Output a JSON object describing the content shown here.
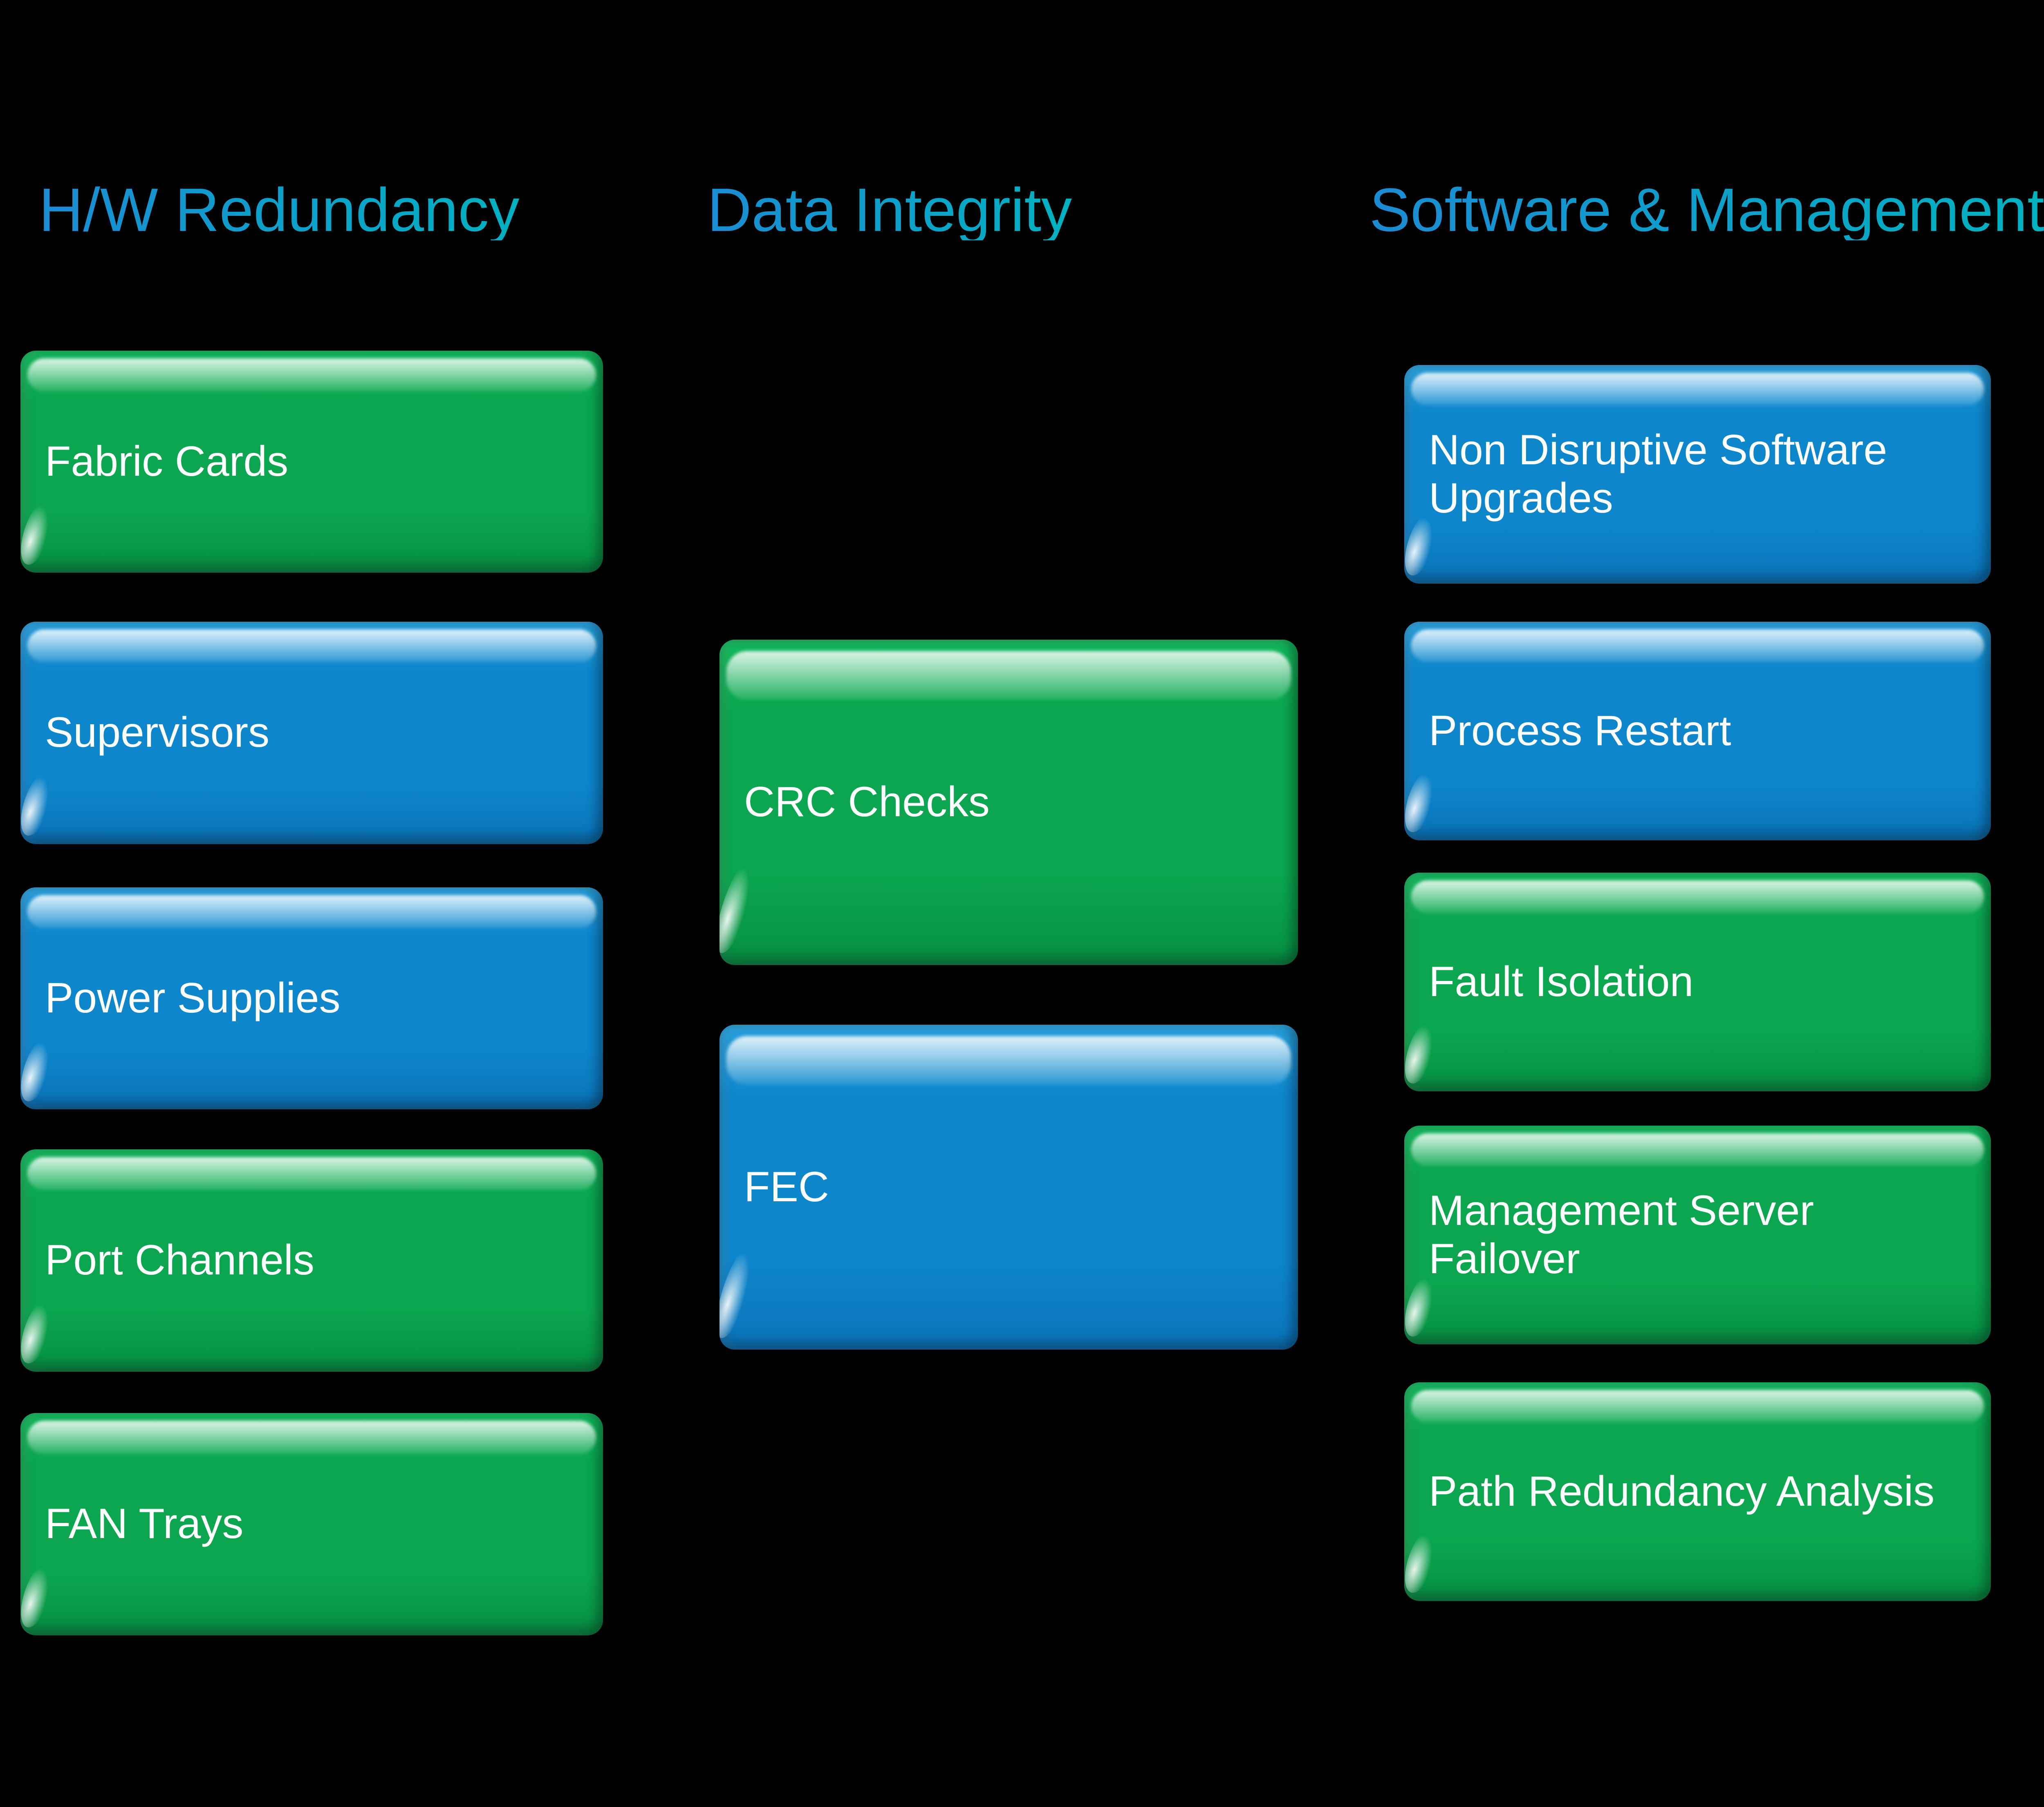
{
  "colors": {
    "background": "#000000",
    "heading_gradient_start": "#1B8CD3",
    "heading_gradient_end": "#00B2C1",
    "green_box": "#0BA64F",
    "blue_box": "#0E86CB",
    "box_text": "#FFFFFF"
  },
  "columns": [
    {
      "heading": "H/W Redundancy",
      "items": [
        {
          "label": "Fabric Cards",
          "color": "green"
        },
        {
          "label": "Supervisors",
          "color": "blue"
        },
        {
          "label": "Power Supplies",
          "color": "blue"
        },
        {
          "label": "Port Channels",
          "color": "green"
        },
        {
          "label": "FAN Trays",
          "color": "green"
        }
      ]
    },
    {
      "heading": "Data Integrity",
      "items": [
        {
          "label": "CRC Checks",
          "color": "green"
        },
        {
          "label": "FEC",
          "color": "blue"
        }
      ]
    },
    {
      "heading": "Software & Management",
      "items": [
        {
          "label": "Non Disruptive Software\nUpgrades",
          "color": "blue"
        },
        {
          "label": "Process Restart",
          "color": "blue"
        },
        {
          "label": "Fault Isolation",
          "color": "green"
        },
        {
          "label": "Management Server\nFailover",
          "color": "green"
        },
        {
          "label": "Path Redundancy Analysis",
          "color": "green"
        }
      ]
    }
  ]
}
